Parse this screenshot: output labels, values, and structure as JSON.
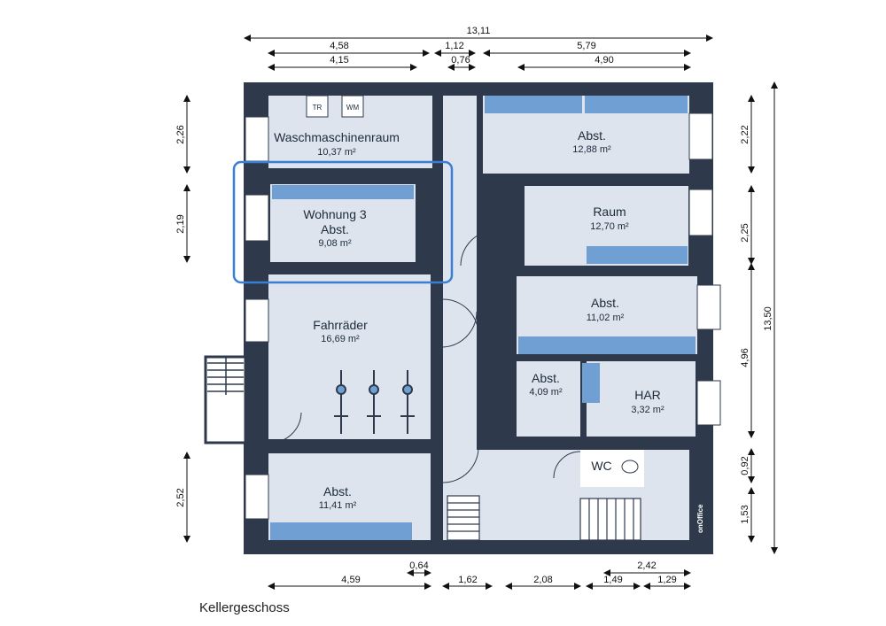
{
  "floor_label": "Kellergeschoss",
  "brand": "onOffice",
  "appliances": {
    "dryer": "TR",
    "washer": "WM"
  },
  "rooms": [
    {
      "id": "waschmaschinenraum",
      "name": "Waschmaschinenraum",
      "area": "10,37 m²"
    },
    {
      "id": "abst-top-right",
      "name": "Abst.",
      "area": "12,88 m²"
    },
    {
      "id": "raum",
      "name": "Raum",
      "area": "12,70 m²"
    },
    {
      "id": "wohnung3-abst",
      "name": "Wohnung 3",
      "subname": "Abst.",
      "area": "9,08 m²"
    },
    {
      "id": "abst-mid-right",
      "name": "Abst.",
      "area": "11,02 m²"
    },
    {
      "id": "fahrraeder",
      "name": "Fahrräder",
      "area": "16,69 m²"
    },
    {
      "id": "abst-small",
      "name": "Abst.",
      "area": "4,09 m²"
    },
    {
      "id": "har",
      "name": "HAR",
      "area": "3,32 m²"
    },
    {
      "id": "wc",
      "name": "WC"
    },
    {
      "id": "abst-bottom-left",
      "name": "Abst.",
      "area": "11,41 m²"
    }
  ],
  "dimensions": {
    "top": [
      "13,11",
      "4,58",
      "1,12",
      "5,79",
      "4,15",
      "0,76",
      "4,90"
    ],
    "left": [
      "2,26",
      "2,19",
      "2,52"
    ],
    "right": [
      "2,22",
      "2,25",
      "4,96",
      "0,92",
      "1,53",
      "13,50"
    ],
    "bottom": [
      "0,64",
      "4,59",
      "1,62",
      "2,08",
      "1,49",
      "1,29",
      "2,42"
    ]
  },
  "colors": {
    "wall": "#2e3a4c",
    "floor": "#dde4ee",
    "furniture": "#6f9fd3",
    "highlight": "#3b7fd4"
  }
}
